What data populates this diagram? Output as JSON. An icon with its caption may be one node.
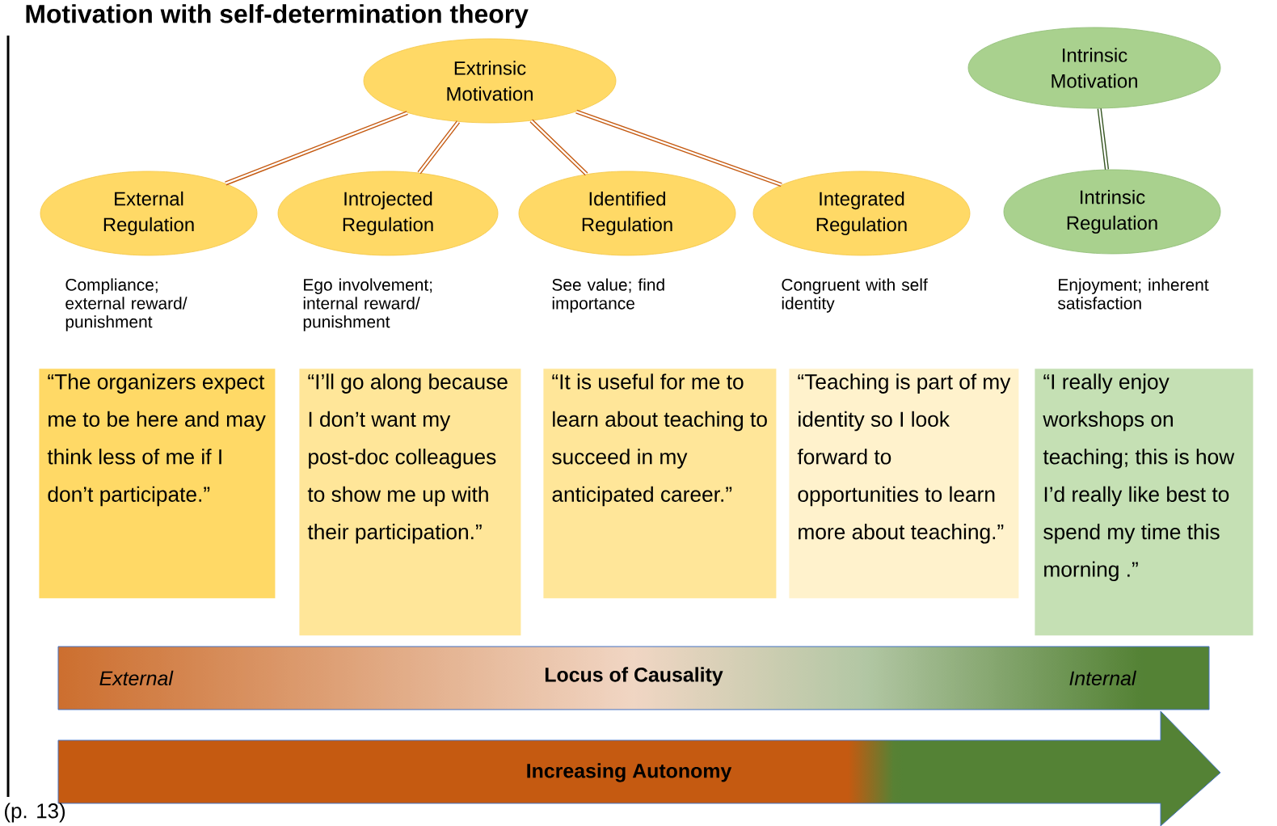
{
  "diagram": {
    "title": "Motivation with self-determination theory",
    "nodes": [
      {
        "text": [
          "Extrinsic Motivation"
        ]
      },
      {
        "text": [
          "Intrinsic Motivation"
        ]
      },
      {
        "text": [
          "External Regulation"
        ],
        "beside": [
          "Compliance; external reward/ punishment"
        ]
      },
      {
        "text": [
          "Introjected Regulation"
        ],
        "beside": [
          "Ego involvement; internal reward/ punishment"
        ]
      },
      {
        "text": [
          "Identified Regulation"
        ],
        "beside": [
          "See value; find importance"
        ]
      },
      {
        "text": [
          "Integrated Regulation"
        ],
        "beside": [
          "Congruent with self identity"
        ]
      },
      {
        "text": [
          "Intrinsic Regulation"
        ],
        "beside": [
          "Enjoyment; inherent satisfaction"
        ]
      },
      {
        "text": [
          "“The organizers expect me to be here and may think less of me if I don’t participate.”"
        ]
      },
      {
        "text": [
          "“I’ll go along because I don’t want my post-doc colleagues to show me up with their participation.”"
        ]
      },
      {
        "text": [
          "“It is useful for me to learn about teaching to succeed in my anticipated career.”"
        ]
      },
      {
        "text": [
          "“Teaching is part of my identity so I look forward to opportunities to learn more about teaching.”"
        ]
      },
      {
        "text": [
          "“I really enjoy workshops on teaching; this is how I’d really like best to spend my time this morning .”"
        ]
      },
      {
        "text": [
          "External",
          "Locus of Causality",
          "Internal"
        ]
      },
      {
        "text": [
          "Increasing Autonomy"
        ]
      }
    ],
    "edges": [
      {
        "from": 0,
        "to": 2,
        "arrow": "none"
      },
      {
        "from": 0,
        "to": 3,
        "arrow": "none"
      },
      {
        "from": 0,
        "to": 4,
        "arrow": "none"
      },
      {
        "from": 0,
        "to": 5,
        "arrow": "none"
      },
      {
        "from": 1,
        "to": 6,
        "arrow": "none",
        "color": "#375623"
      }
    ],
    "labels": [
      "(p. 13)"
    ]
  }
}
